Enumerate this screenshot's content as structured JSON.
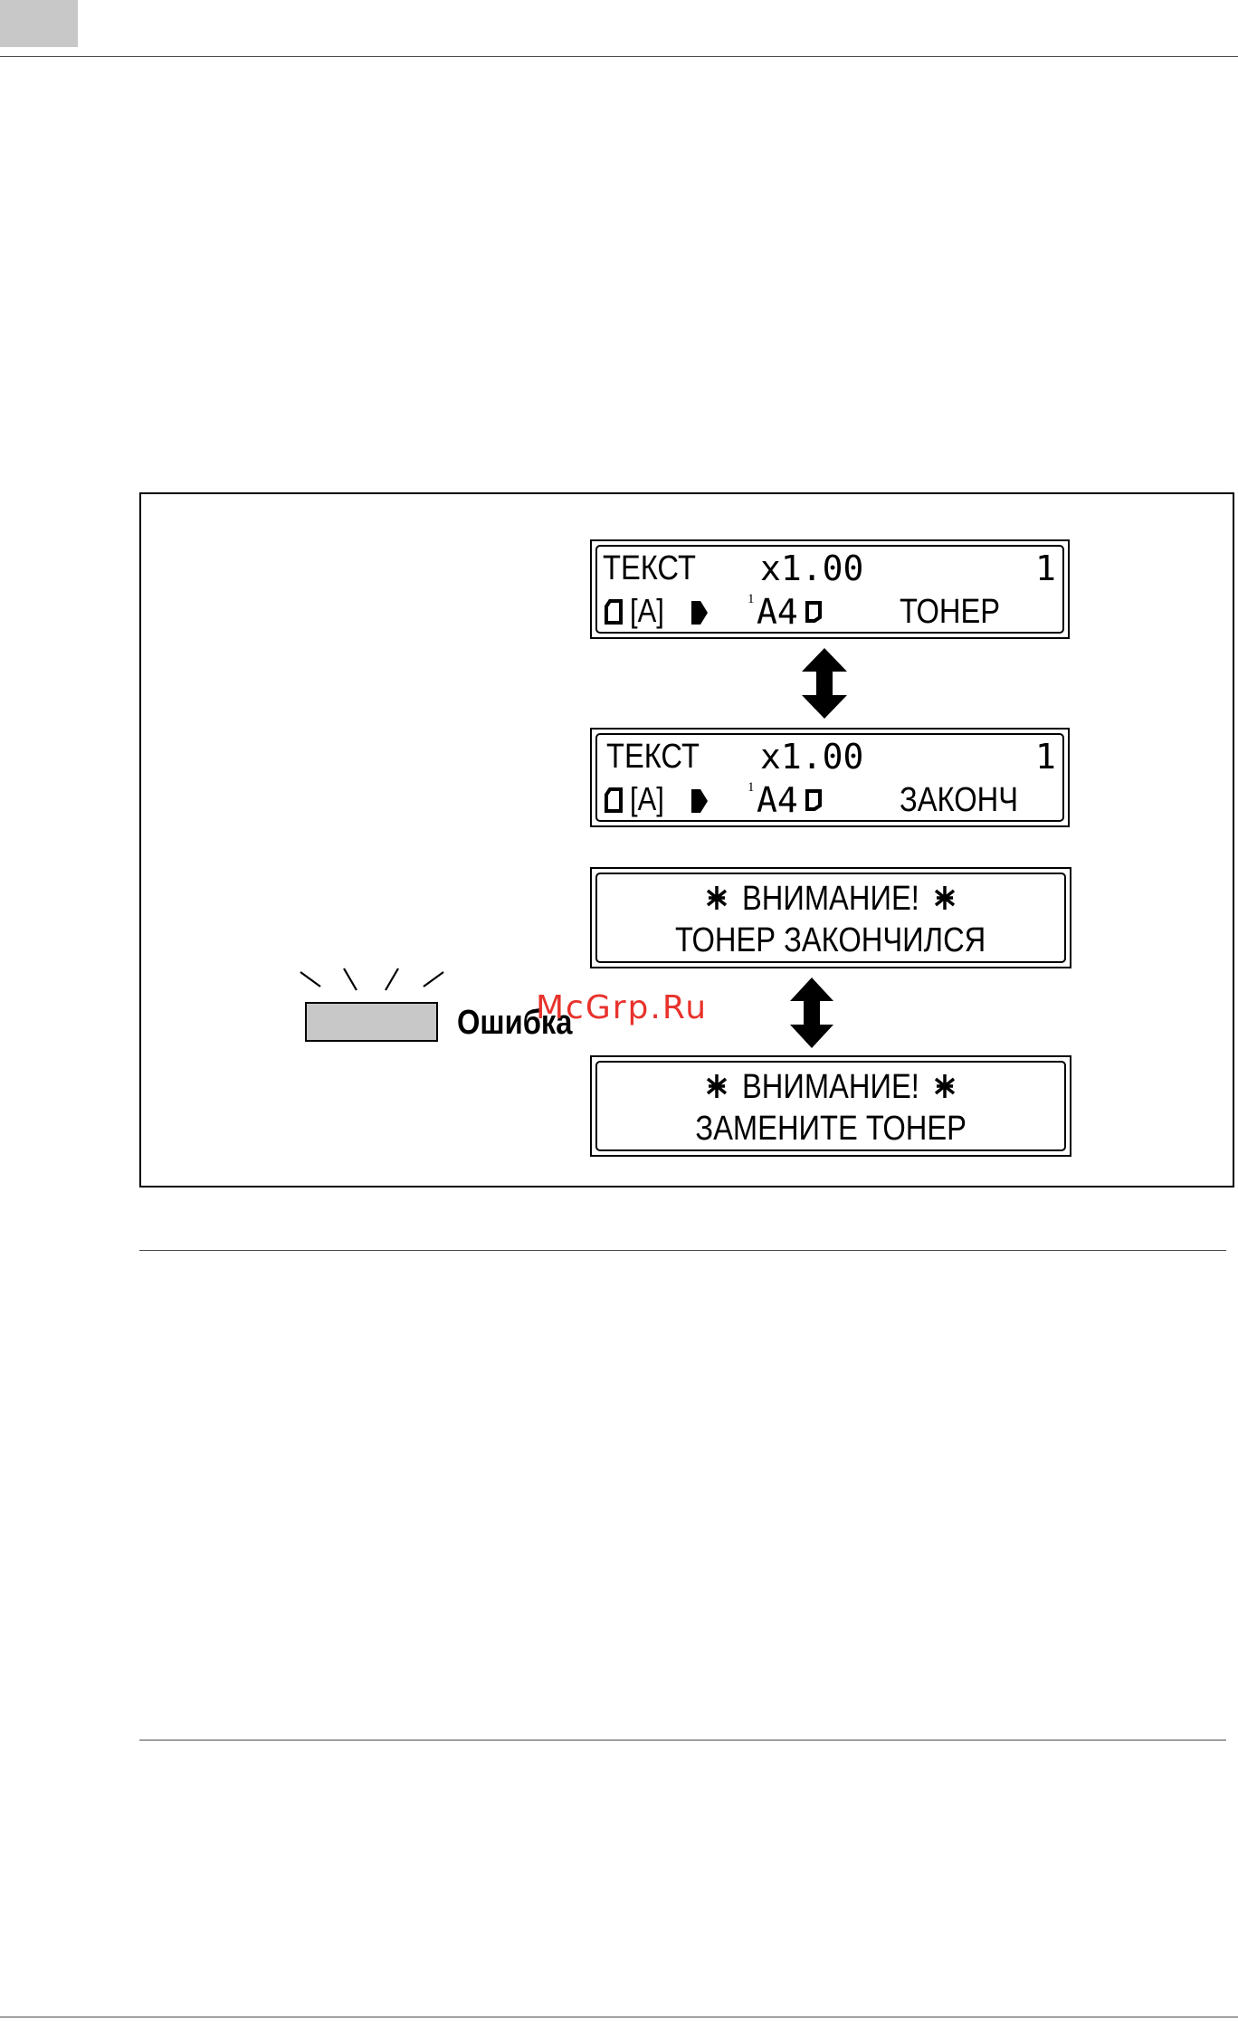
{
  "page": {
    "watermark": "McGrp.Ru"
  },
  "screens": [
    {
      "mode": "ТЕКСТ",
      "zoom": "x1.00",
      "count": "1",
      "tray_sup": "1",
      "paper": "A4",
      "bracket_a": "[A]",
      "status": "ТОНЕР"
    },
    {
      "mode": "ТЕКСТ",
      "zoom": "x1.00",
      "count": "1",
      "tray_sup": "1",
      "paper": "A4",
      "bracket_a": "[A]",
      "status": "ЗАКОНЧ"
    }
  ],
  "alerts": [
    {
      "title": "ВНИМАНИЕ!",
      "message": "ТОНЕР ЗАКОНЧИЛСЯ"
    },
    {
      "title": "ВНИМАНИЕ!",
      "message": "ЗАМЕНИТЕ ТОНЕР"
    }
  ],
  "error_indicator": {
    "label": "Ошибка"
  },
  "icons": [
    "double-arrow-icon",
    "original-icon",
    "toner-icon",
    "paper-icon",
    "asterisk-icon",
    "blink-rays-icon"
  ]
}
